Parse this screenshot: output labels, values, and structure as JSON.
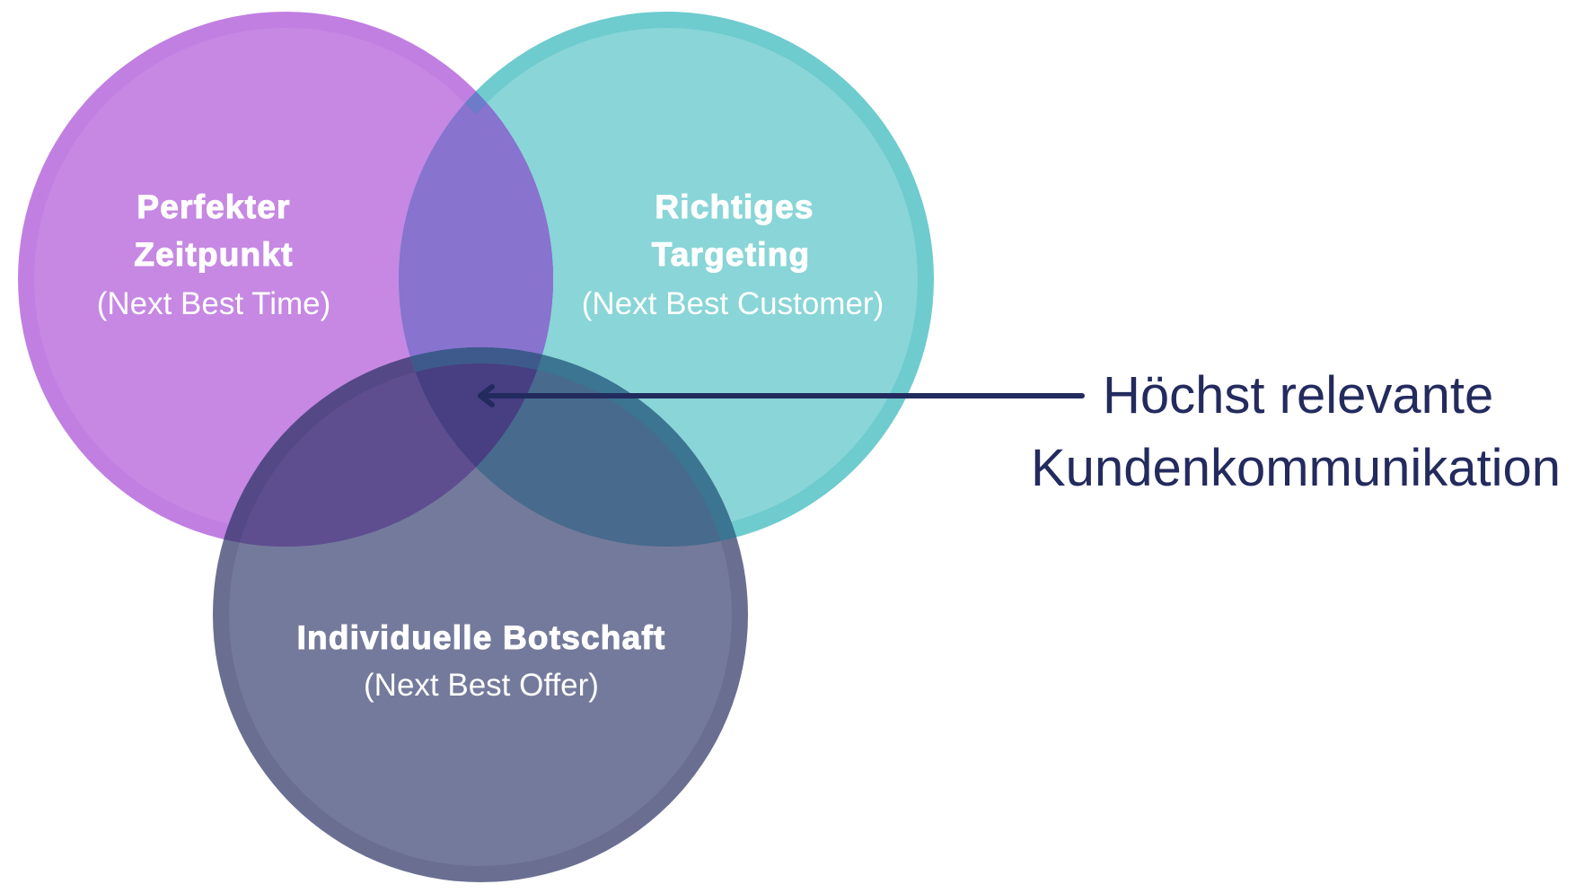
{
  "diagram": {
    "type": "venn",
    "circles": [
      {
        "id": "time",
        "title_lines": [
          "Perfekter",
          "Zeitpunkt"
        ],
        "subtitle": "(Next Best Time)",
        "fill": "#c688e3",
        "ring": "#c17fe2"
      },
      {
        "id": "customer",
        "title_lines": [
          "Richtiges",
          "Targeting"
        ],
        "subtitle": "(Next Best Customer)",
        "fill": "#89d5d7",
        "ring": "#6ecbce"
      },
      {
        "id": "offer",
        "title_lines": [
          "Individuelle Botschaft"
        ],
        "subtitle": "(Next Best Offer)",
        "fill": "#747a9b",
        "ring": "#6a6f92"
      }
    ],
    "overlaps": {
      "time_customer": "#8873cf",
      "time_offer": "#5e4e90",
      "customer_offer": "#486a8c",
      "all_three": "#473f82"
    },
    "callout": {
      "lines": [
        "Höchst relevante",
        "Kundenkommunikation"
      ],
      "color": "#232b5e",
      "arrow_color": "#232b5e"
    }
  }
}
